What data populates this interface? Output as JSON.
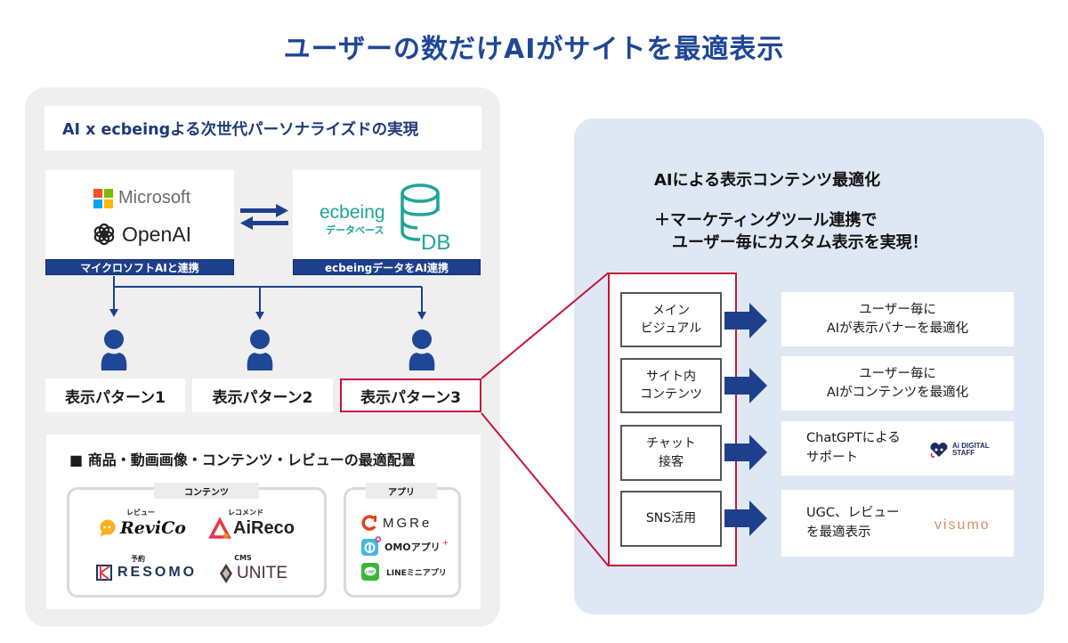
{
  "title": "ユーザーの数だけAIがサイトを最適表示",
  "left_panel": {
    "header": "AI x ecbeingよる次世代パーソナライズドの実現",
    "microsoft_box": {
      "microsoft_label": "Microsoft",
      "openai_label": "OpenAI",
      "bar_label": "マイクロソフトAIと連携"
    },
    "database_box": {
      "brand": "ecbeing",
      "sub": "データベース",
      "db_label": "DB",
      "bar_label": "ecbeingデータをAI連携"
    },
    "patterns": [
      {
        "label": "表示パターン1",
        "highlighted": false
      },
      {
        "label": "表示パターン2",
        "highlighted": false
      },
      {
        "label": "表示パターン3",
        "highlighted": true
      }
    ],
    "placement": {
      "title": "■ 商品・動画画像・コンテンツ・レビューの最適配置",
      "contents_group": {
        "label": "コンテンツ",
        "items": [
          {
            "category": "レビュー",
            "name": "ReviCo"
          },
          {
            "category": "レコメンド",
            "name": "AiReco"
          },
          {
            "category": "予約",
            "name": "RESOMO"
          },
          {
            "category": "CMS",
            "name": "UNITE"
          }
        ]
      },
      "apps_group": {
        "label": "アプリ",
        "items": [
          {
            "name": "MGRe"
          },
          {
            "name": "OMOアプリ",
            "suffix": "+"
          },
          {
            "name": "LINEミニアプリ"
          }
        ]
      }
    }
  },
  "right_panel": {
    "title": "AIによる表示コンテンツ最適化",
    "subtitle_line1": "＋マーケティングツール連携で",
    "subtitle_line2": "ユーザー毎にカスタム表示を実現！",
    "rows": [
      {
        "feature": [
          "メイン",
          "ビジュアル"
        ],
        "result": [
          "ユーザー毎に",
          "AIが表示バナーを最適化"
        ]
      },
      {
        "feature": [
          "サイト内",
          "コンテンツ"
        ],
        "result": [
          "ユーザー毎に",
          "AIがコンテンツを最適化"
        ]
      },
      {
        "feature": [
          "チャット",
          "接客"
        ],
        "result": [
          "ChatGPTによる",
          "サポート"
        ],
        "partner_logo": [
          "Ai DIGITAL",
          "STAFF"
        ]
      },
      {
        "feature": [
          "SNS活用"
        ],
        "result": [
          "UGC、レビュー",
          "を最適表示"
        ],
        "partner_logo": [
          "visumo"
        ]
      }
    ]
  },
  "colors": {
    "title_blue": "#1e4797",
    "bar_blue": "#1e3f8c",
    "highlight_red": "#c8143c",
    "teal": "#1ea596",
    "left_bg": "#efefef",
    "right_bg": "#dde8f4"
  }
}
